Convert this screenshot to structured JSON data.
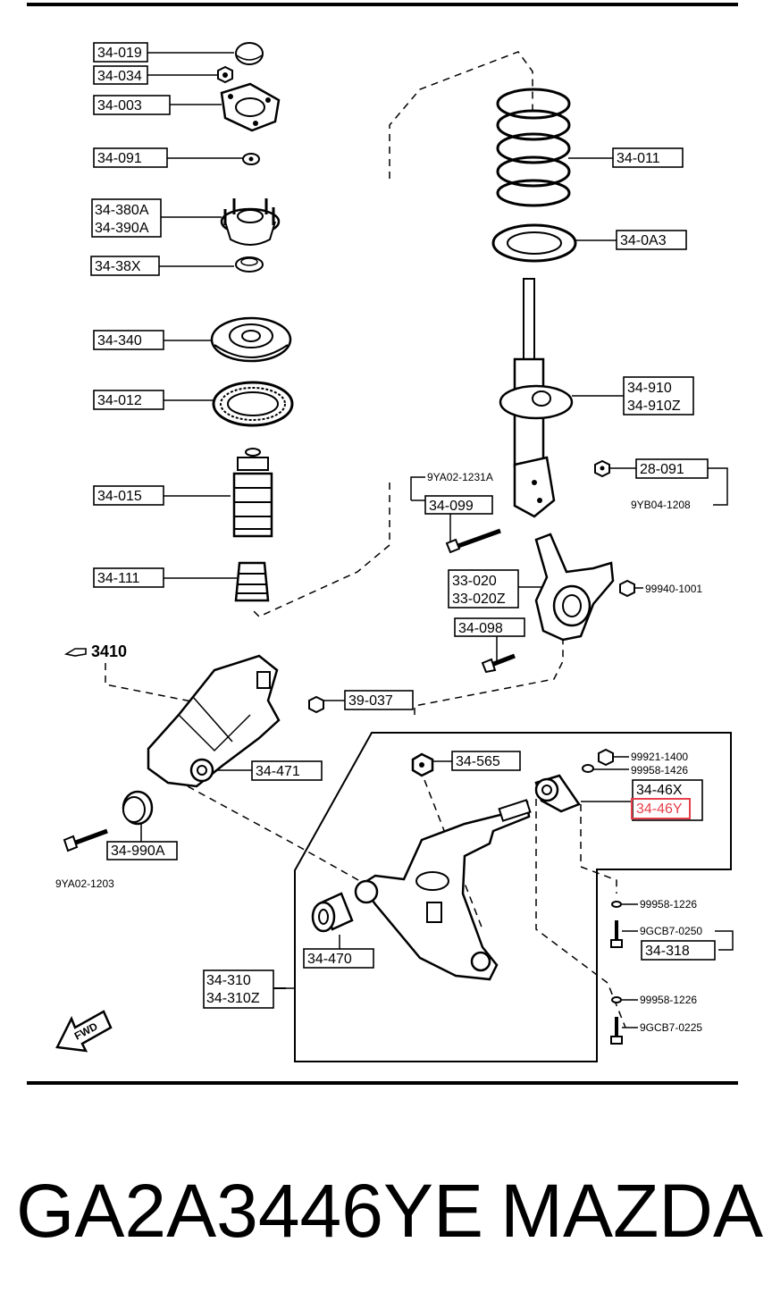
{
  "labels": {
    "p34_019": "34-019",
    "p34_034": "34-034",
    "p34_003": "34-003",
    "p34_091": "34-091",
    "p34_380a": "34-380A",
    "p34_390a": "34-390A",
    "p34_38x": "34-38X",
    "p34_340": "34-340",
    "p34_012": "34-012",
    "p34_015": "34-015",
    "p34_111": "34-111",
    "p34_011": "34-011",
    "p34_0a3": "34-0A3",
    "p34_910": "34-910",
    "p34_910z": "34-910Z",
    "p9ya02_1231a": "9YA02-1231A",
    "p34_099": "34-099",
    "p28_091": "28-091",
    "p9yb04_1208": "9YB04-1208",
    "p33_020": "33-020",
    "p33_020z": "33-020Z",
    "p99940_1001": "99940-1001",
    "p34_098": "34-098",
    "p3410": "3410",
    "p39_037": "39-037",
    "p34_471": "34-471",
    "p34_990a": "34-990A",
    "p9ya02_1203": "9YA02-1203",
    "p34_565": "34-565",
    "p99921_1400": "99921-1400",
    "p99958_1426": "99958-1426",
    "p34_46x": "34-46X",
    "p34_46y": "34-46Y",
    "p99958_1226_a": "99958-1226",
    "p9gcb7_0250": "9GCB7-0250",
    "p34_318": "34-318",
    "p99958_1226_b": "99958-1226",
    "p9gcb7_0225": "9GCB7-0225",
    "p34_470": "34-470",
    "p34_310": "34-310",
    "p34_310z": "34-310Z",
    "fwd": "FWD"
  },
  "highlight_color": "#e8404a",
  "caption": {
    "part_number": "GA2A3446YE",
    "brand": "MAZDA"
  }
}
